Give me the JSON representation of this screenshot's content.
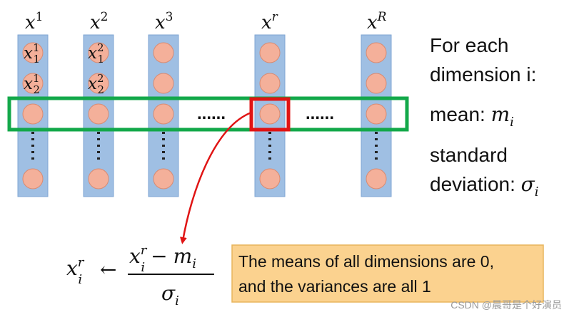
{
  "columns": [
    {
      "id": "col-1",
      "label": "x",
      "sup": "1",
      "top_subs": [
        {
          "sup": "1",
          "sub": "1"
        },
        {
          "sup": "1",
          "sub": "2"
        }
      ]
    },
    {
      "id": "col-2",
      "label": "x",
      "sup": "2",
      "top_subs": [
        {
          "sup": "2",
          "sub": "1"
        },
        {
          "sup": "2",
          "sub": "2"
        }
      ]
    },
    {
      "id": "col-3",
      "label": "x",
      "sup": "3",
      "top_subs": []
    },
    {
      "id": "col-r",
      "label": "x",
      "sup": "r",
      "top_subs": []
    },
    {
      "id": "col-R",
      "label": "x",
      "sup": "R",
      "top_subs": []
    }
  ],
  "ellipsis_mid": "......",
  "side_text": {
    "line1": "For each",
    "line2": "dimension i:",
    "mean_label": "mean: ",
    "mean_symbol": "m",
    "mean_sub": "i",
    "std_line1": "standard",
    "std_line2": "deviation: ",
    "std_symbol": "σ",
    "std_sub": "i"
  },
  "formula": {
    "lhs_var": "x",
    "lhs_sup": "r",
    "lhs_sub": "i",
    "arrow": "←",
    "num_var": "x",
    "num_sup": "r",
    "num_sub": "i",
    "minus": "−",
    "num_mean": "m",
    "num_mean_sub": "i",
    "den": "σ",
    "den_sub": "i"
  },
  "note": {
    "line1": "The means of all dimensions are 0,",
    "line2": "and the variances are all 1"
  },
  "watermark": "CSDN @晨哥是个好演员",
  "colors": {
    "column_fill": "#9fbfe3",
    "column_stroke": "#7fa6d3",
    "neuron_fill": "#f4b09a",
    "neuron_stroke": "#d98b72",
    "row_box": "#13a84a",
    "highlight": "#e01414",
    "arrow": "#e01414",
    "note_bg": "#fbd28f",
    "note_border": "#e8b55d"
  }
}
